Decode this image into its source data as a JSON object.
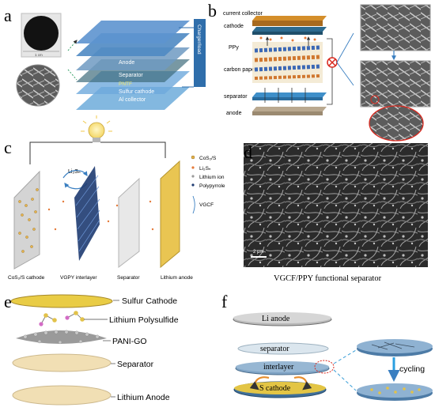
{
  "panels": {
    "a": {
      "letter": "a",
      "layers": [
        "Anode",
        "Separator",
        "PNTF",
        "Sulfur cathode",
        "Al collector"
      ],
      "charger_label": "Charger/load",
      "scale_text": "1 cm"
    },
    "b": {
      "letter": "b",
      "labels": [
        "current collector",
        "cathode",
        "PPy",
        "carbon paper",
        "separator",
        "anode"
      ]
    },
    "c": {
      "letter": "c",
      "li2s_label": "Li₂Sₙ",
      "legend": [
        "CoS₂/S",
        "Li₂Sₙ",
        "Lithium ion",
        "Polypyrrole",
        "VGCF"
      ],
      "bottom_labels": [
        "CoS₂/S cathode",
        "VGPY interlayer",
        "Separator",
        "Lithium anode"
      ]
    },
    "d": {
      "letter": "d",
      "scale_bar": "2 μm",
      "caption": "VGCF/PPY functional separator"
    },
    "e": {
      "letter": "e",
      "labels": [
        "Sulfur Cathode",
        "Lithium Polysulfide",
        "PANI-GO",
        "Separator",
        "Lithium Anode"
      ]
    },
    "f": {
      "letter": "f",
      "labels": [
        "Li anode",
        "separator",
        "interlayer",
        "S cathode"
      ],
      "cycling_label": "cycling"
    }
  },
  "colors": {
    "sulfur_yellow": "#e9cc45",
    "separator_beige": "#f1dfb4",
    "inhibit_red": "#d9291f",
    "arrow_blue": "#3a7fc1"
  }
}
